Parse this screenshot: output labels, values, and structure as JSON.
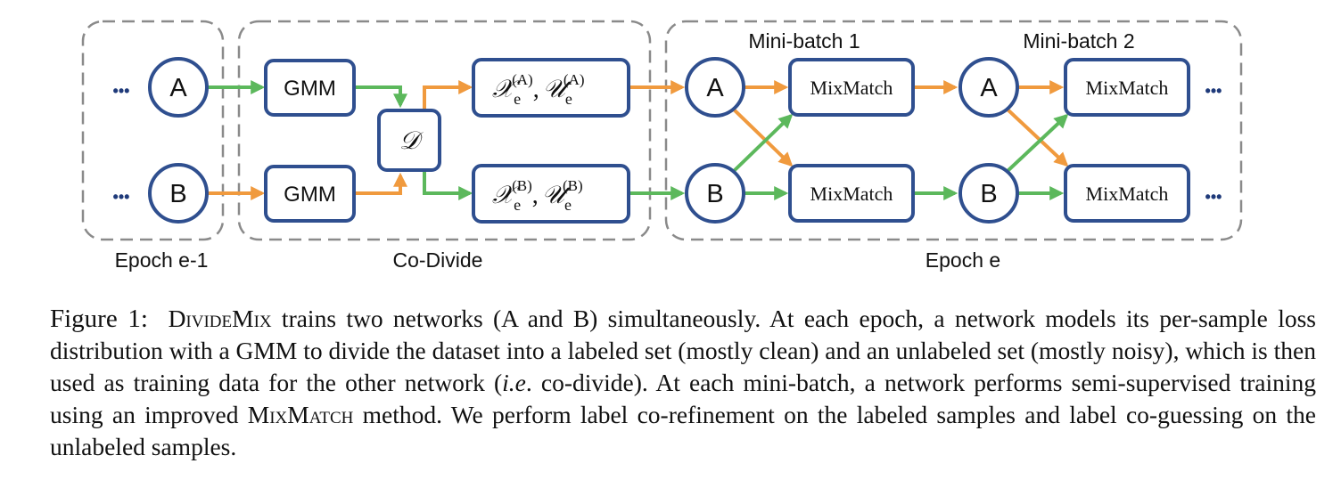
{
  "diagram": {
    "colors": {
      "node_stroke": "#2f4f8f",
      "dash": "#8a8a8a",
      "orange": "#f09a3e",
      "green": "#5cb85c",
      "dots": "#1f3a7a"
    },
    "groups": {
      "epoch_prev": "Epoch e-1",
      "codivide": "Co-Divide",
      "epoch_cur": "Epoch e"
    },
    "minibatch_labels": [
      "Mini-batch 1",
      "Mini-batch 2"
    ],
    "nodes": {
      "net_a": "A",
      "net_b": "B",
      "gmm": "GMM",
      "divide": "𝒟",
      "mixmatch": "MixMatch",
      "set_x": "𝒳",
      "set_u": "𝒰",
      "set_sub": "e",
      "sup_a": "(A)",
      "sup_b": "(B)",
      "comma": ","
    },
    "ellipsis": "•••"
  },
  "caption": {
    "figure_label": "Figure 1:",
    "method_name": "DivideMix",
    "part1": " trains two networks (A and B) simultaneously.  At each epoch, a network models its per-sample loss distribution with a GMM to divide the dataset into a labeled set (mostly clean) and an unlabeled set (mostly noisy), which is then used as training data for the other network (",
    "ie": "i.e",
    "part2": ". co-divide). At each mini-batch, a network performs semi-supervised training using an improved ",
    "method2": "MixMatch",
    "part3": " method. We perform label co-refinement on the labeled samples and label co-guessing on the unlabeled samples."
  }
}
